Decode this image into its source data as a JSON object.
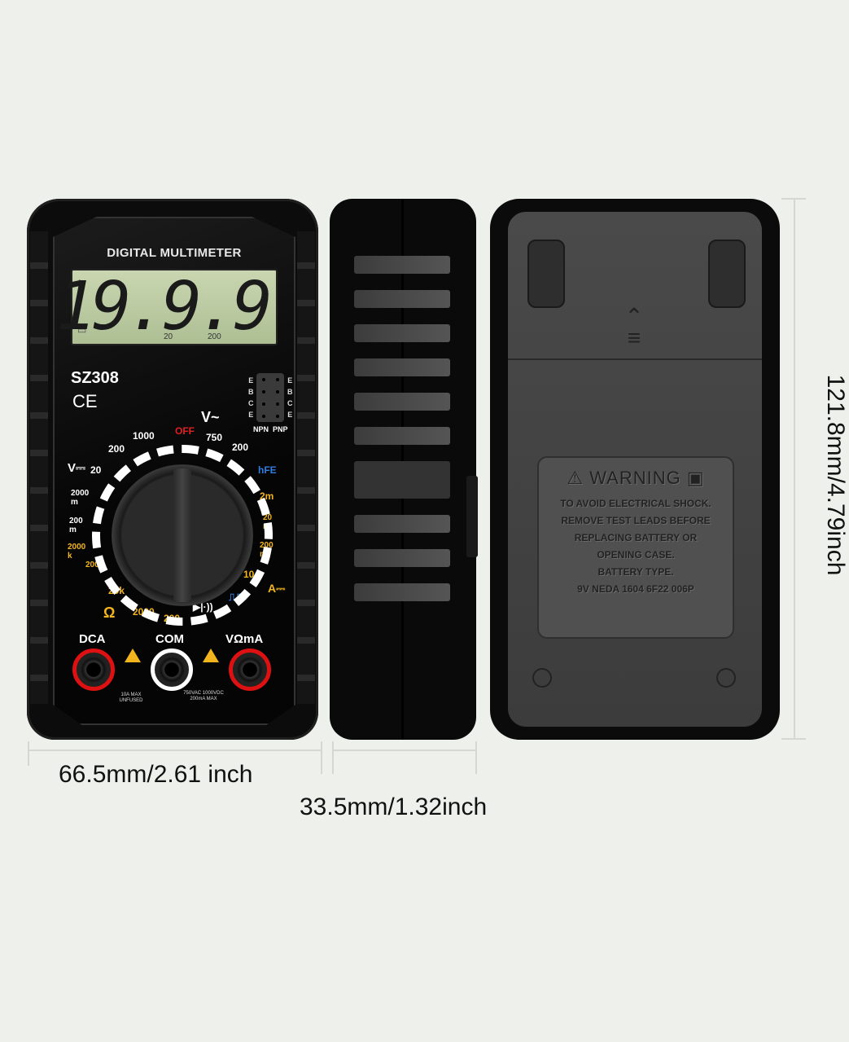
{
  "product": {
    "title": "DIGITAL MULTIMETER",
    "model": "SZ308",
    "certification": "CE",
    "lcd": {
      "reading": "-19.9.9",
      "sub_labels": [
        "20",
        "200"
      ],
      "icons": [
        "lightning-icon",
        "battery-icon"
      ]
    },
    "transistor_socket": {
      "left_pins": [
        "E",
        "B",
        "C",
        "E"
      ],
      "right_pins": [
        "E",
        "B",
        "C",
        "E"
      ],
      "labels": [
        "NPN",
        "PNP"
      ]
    },
    "dial": {
      "off": "OFF",
      "acv": {
        "symbol": "V~",
        "ranges": [
          "750",
          "200"
        ]
      },
      "dcv": {
        "symbol": "V⎓",
        "ranges": [
          "1000",
          "200",
          "20",
          "2000 m",
          "200 m"
        ]
      },
      "hfe": "hFE",
      "dca": {
        "symbol": "A⎓",
        "ranges": [
          "2m",
          "20 m",
          "200 m",
          "10A"
        ]
      },
      "square_wave": "⎍⎍",
      "continuity": "diode/buzzer",
      "ohm": {
        "symbol": "Ω",
        "ranges": [
          "200",
          "2000",
          "20k",
          "200k",
          "2000 k"
        ]
      }
    },
    "jacks": {
      "dca": "DCA",
      "com": "COM",
      "vomma": "VΩmA",
      "note_left": "10A MAX UNFUSED",
      "note_right": "750VAC 1000VDC 200mA MAX"
    },
    "colors": {
      "body": "#0c0c0c",
      "lcd": "#bccaa2",
      "accent_yellow": "#f2b51d",
      "accent_blue": "#2f7de0",
      "accent_red": "#e02020",
      "background": "#eef0eb"
    }
  },
  "back_label": {
    "heading": "WARNING",
    "lines": [
      "TO AVOID ELECTRICAL SHOCK.",
      "REMOVE TEST LEADS BEFORE",
      "REPLACING BATTERY OR",
      "OPENING CASE.",
      "BATTERY TYPE.",
      "9V NEDA 1604 6F22 006P"
    ]
  },
  "dimensions": {
    "width": "66.5mm/2.61 inch",
    "depth": "33.5mm/1.32inch",
    "height": "121.8mm/4.79inch"
  }
}
